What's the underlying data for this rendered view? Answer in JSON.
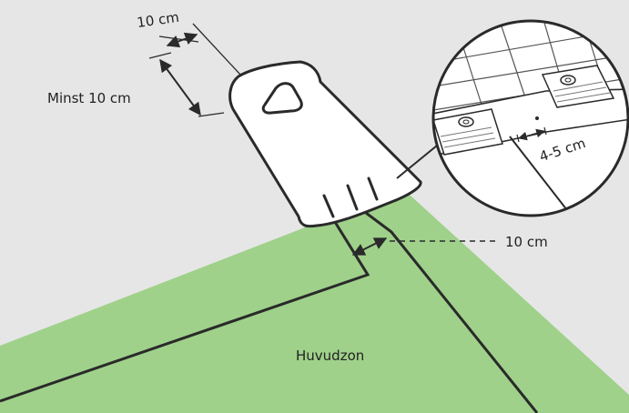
{
  "labels": {
    "top_measure": "10 cm",
    "left_measure": "Minst 10 cm",
    "right_measure": "10 cm",
    "zoom_measure": "4-5 cm",
    "zone": "Huvudzon"
  },
  "colors": {
    "background": "#e6e6e6",
    "lawn": "#9fd18a",
    "outline": "#2a2a2a",
    "station": "#ffffff"
  }
}
